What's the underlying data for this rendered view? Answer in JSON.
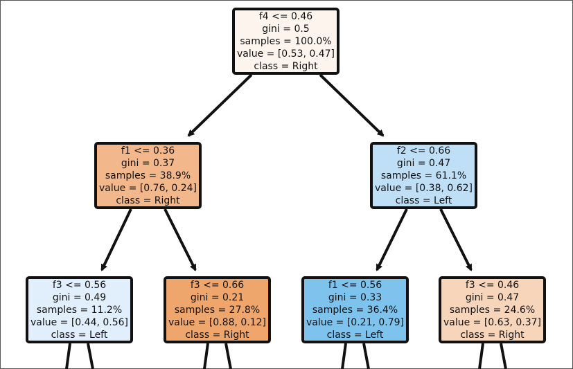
{
  "tree": {
    "root": {
      "condition": "f4 <= 0.46",
      "gini": "gini = 0.5",
      "samples": "samples = 100.0%",
      "value": "value = [0.53, 0.47]",
      "class": "class = Right",
      "fill": "#fdf4ee"
    },
    "left": {
      "condition": "f1 <= 0.36",
      "gini": "gini = 0.37",
      "samples": "samples = 38.9%",
      "value": "value = [0.76, 0.24]",
      "class": "class = Right",
      "fill": "#f2b78b"
    },
    "right": {
      "condition": "f2 <= 0.66",
      "gini": "gini = 0.47",
      "samples": "samples = 61.1%",
      "value": "value = [0.38, 0.62]",
      "class": "class = Left",
      "fill": "#bfdff6"
    },
    "left_left": {
      "condition": "f3 <= 0.56",
      "gini": "gini = 0.49",
      "samples": "samples = 11.2%",
      "value": "value = [0.44, 0.56]",
      "class": "class = Left",
      "fill": "#e1eefb"
    },
    "left_right": {
      "condition": "f3 <= 0.66",
      "gini": "gini = 0.21",
      "samples": "samples = 27.8%",
      "value": "value = [0.88, 0.12]",
      "class": "class = Right",
      "fill": "#eea66c"
    },
    "right_left": {
      "condition": "f1 <= 0.56",
      "gini": "gini = 0.33",
      "samples": "samples = 36.4%",
      "value": "value = [0.21, 0.79]",
      "class": "class = Left",
      "fill": "#7ec2ee"
    },
    "right_right": {
      "condition": "f3 <= 0.46",
      "gini": "gini = 0.47",
      "samples": "samples = 24.6%",
      "value": "value = [0.63, 0.37]",
      "class": "class = Right",
      "fill": "#f6d5bb"
    }
  },
  "colors": {
    "edge": "#111111",
    "border": "#111111"
  }
}
